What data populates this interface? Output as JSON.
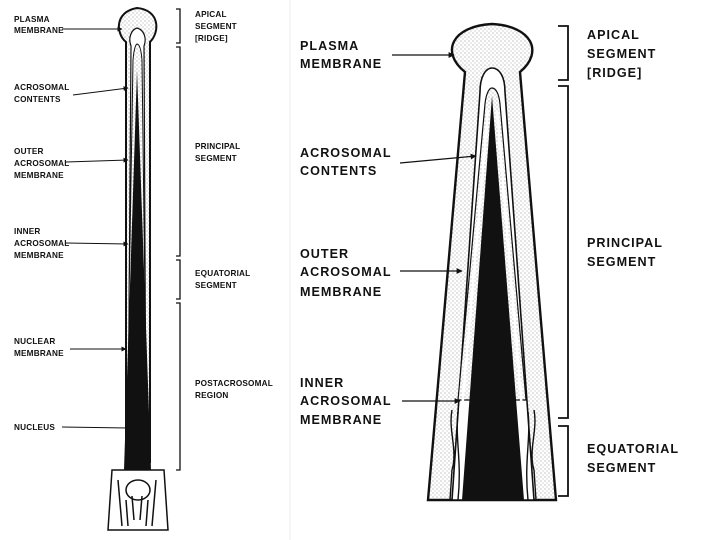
{
  "left_panel": {
    "labels": {
      "plasma_membrane": [
        "PLASMA",
        "MEMBRANE"
      ],
      "acrosomal_contents": [
        "ACROSOMAL",
        "CONTENTS"
      ],
      "outer_acrosomal_membrane": [
        "OUTER",
        "ACROSOMAL",
        "MEMBRANE"
      ],
      "inner_acrosomal_membrane": [
        "INNER",
        "ACROSOMAL",
        "MEMBRANE"
      ],
      "nuclear_membrane": [
        "NUCLEAR",
        "MEMBRANE"
      ],
      "nucleus": [
        "NUCLEUS"
      ]
    },
    "segments": {
      "apical": [
        "APICAL",
        "SEGMENT",
        "[RIDGE]"
      ],
      "principal": [
        "PRINCIPAL",
        "SEGMENT"
      ],
      "equatorial": [
        "EQUATORIAL",
        "SEGMENT"
      ],
      "postacrosomal": [
        "POSTACROSOMAL",
        "REGION"
      ]
    }
  },
  "right_panel": {
    "labels": {
      "plasma_membrane": [
        "PLASMA",
        "MEMBRANE"
      ],
      "acrosomal_contents": [
        "ACROSOMAL",
        "CONTENTS"
      ],
      "outer_acrosomal_membrane": [
        "OUTER",
        "ACROSOMAL",
        "MEMBRANE"
      ],
      "inner_acrosomal_membrane": [
        "INNER",
        "ACROSOMAL",
        "MEMBRANE"
      ]
    },
    "segments": {
      "apical": [
        "APICAL",
        "SEGMENT",
        "[RIDGE]"
      ],
      "principal": [
        "PRINCIPAL",
        "SEGMENT"
      ],
      "equatorial": [
        "EQUATORIAL",
        "SEGMENT"
      ]
    }
  },
  "colors": {
    "ink": "#111111",
    "stipple_fill": "#d8d8d8",
    "background": "#ffffff"
  }
}
